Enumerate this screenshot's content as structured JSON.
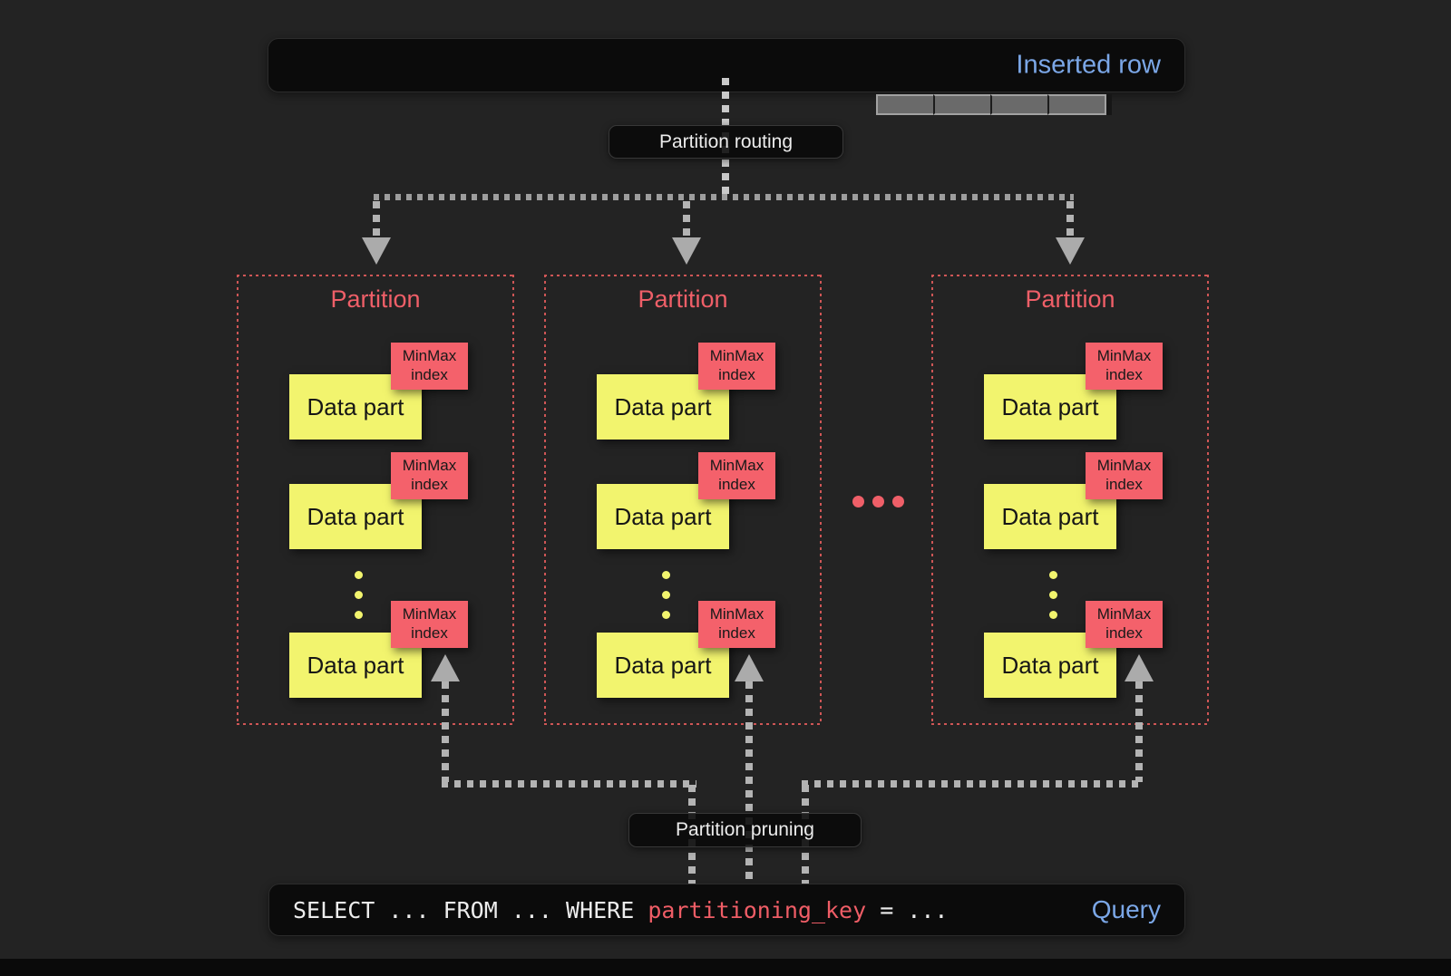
{
  "colors": {
    "background": "#232323",
    "panel_bg": "#0b0b0b",
    "accent_blue": "#7ba7e7",
    "accent_red": "#ef5f68",
    "data_part_yellow": "#f2f46e",
    "minmax_red": "#f4616b",
    "partition_border_red": "#cf5656",
    "arrow_gray": "#ababab"
  },
  "inserted_row": {
    "label": "Inserted row",
    "segment_count": 4
  },
  "routing": {
    "label": "Partition routing"
  },
  "pruning": {
    "label": "Partition pruning"
  },
  "partitions": [
    {
      "title": "Partition",
      "rows": [
        {
          "part": "Data part",
          "index_line1": "MinMax",
          "index_line2": "index"
        },
        {
          "part": "Data part",
          "index_line1": "MinMax",
          "index_line2": "index"
        },
        {
          "part": "Data part",
          "index_line1": "MinMax",
          "index_line2": "index"
        }
      ],
      "more_parts_dots": 3
    },
    {
      "title": "Partition",
      "rows": [
        {
          "part": "Data part",
          "index_line1": "MinMax",
          "index_line2": "index"
        },
        {
          "part": "Data part",
          "index_line1": "MinMax",
          "index_line2": "index"
        },
        {
          "part": "Data part",
          "index_line1": "MinMax",
          "index_line2": "index"
        }
      ],
      "more_parts_dots": 3
    },
    {
      "title": "Partition",
      "rows": [
        {
          "part": "Data part",
          "index_line1": "MinMax",
          "index_line2": "index"
        },
        {
          "part": "Data part",
          "index_line1": "MinMax",
          "index_line2": "index"
        },
        {
          "part": "Data part",
          "index_line1": "MinMax",
          "index_line2": "index"
        }
      ],
      "more_parts_dots": 3
    }
  ],
  "more_partitions_dots": 3,
  "query": {
    "prefix": "SELECT ... FROM ... WHERE ",
    "key": "partitioning_key",
    "suffix": " = ...",
    "label": "Query"
  }
}
